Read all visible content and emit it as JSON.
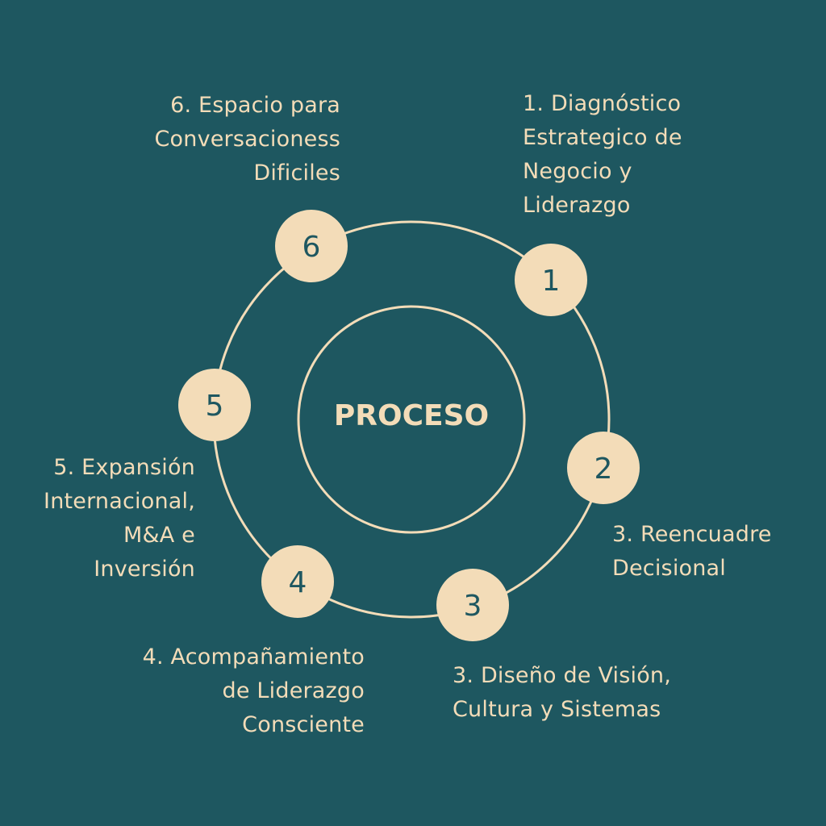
{
  "center_label": "PROCESO",
  "colors": {
    "background": "#1e5760",
    "accent": "#f3dcb8"
  },
  "nodes": [
    {
      "number": "1",
      "label_lines": [
        "1.  Diagnóstico",
        "Estrategico de",
        "Negocio y",
        "Liderazgo"
      ]
    },
    {
      "number": "2",
      "label_lines": [
        "3. Reencuadre",
        "Decisional"
      ]
    },
    {
      "number": "3",
      "label_lines": [
        "3. Diseño de Visión,",
        "Cultura y Sistemas"
      ]
    },
    {
      "number": "4",
      "label_lines": [
        "4. Acompañamiento",
        "de Liderazgo",
        "Consciente"
      ]
    },
    {
      "number": "5",
      "label_lines": [
        "5. Expansión",
        "Internacional,",
        "M&A e",
        "Inversión"
      ]
    },
    {
      "number": "6",
      "label_lines": [
        "6. Espacio para",
        "Conversacioness",
        "Dificiles"
      ]
    }
  ]
}
